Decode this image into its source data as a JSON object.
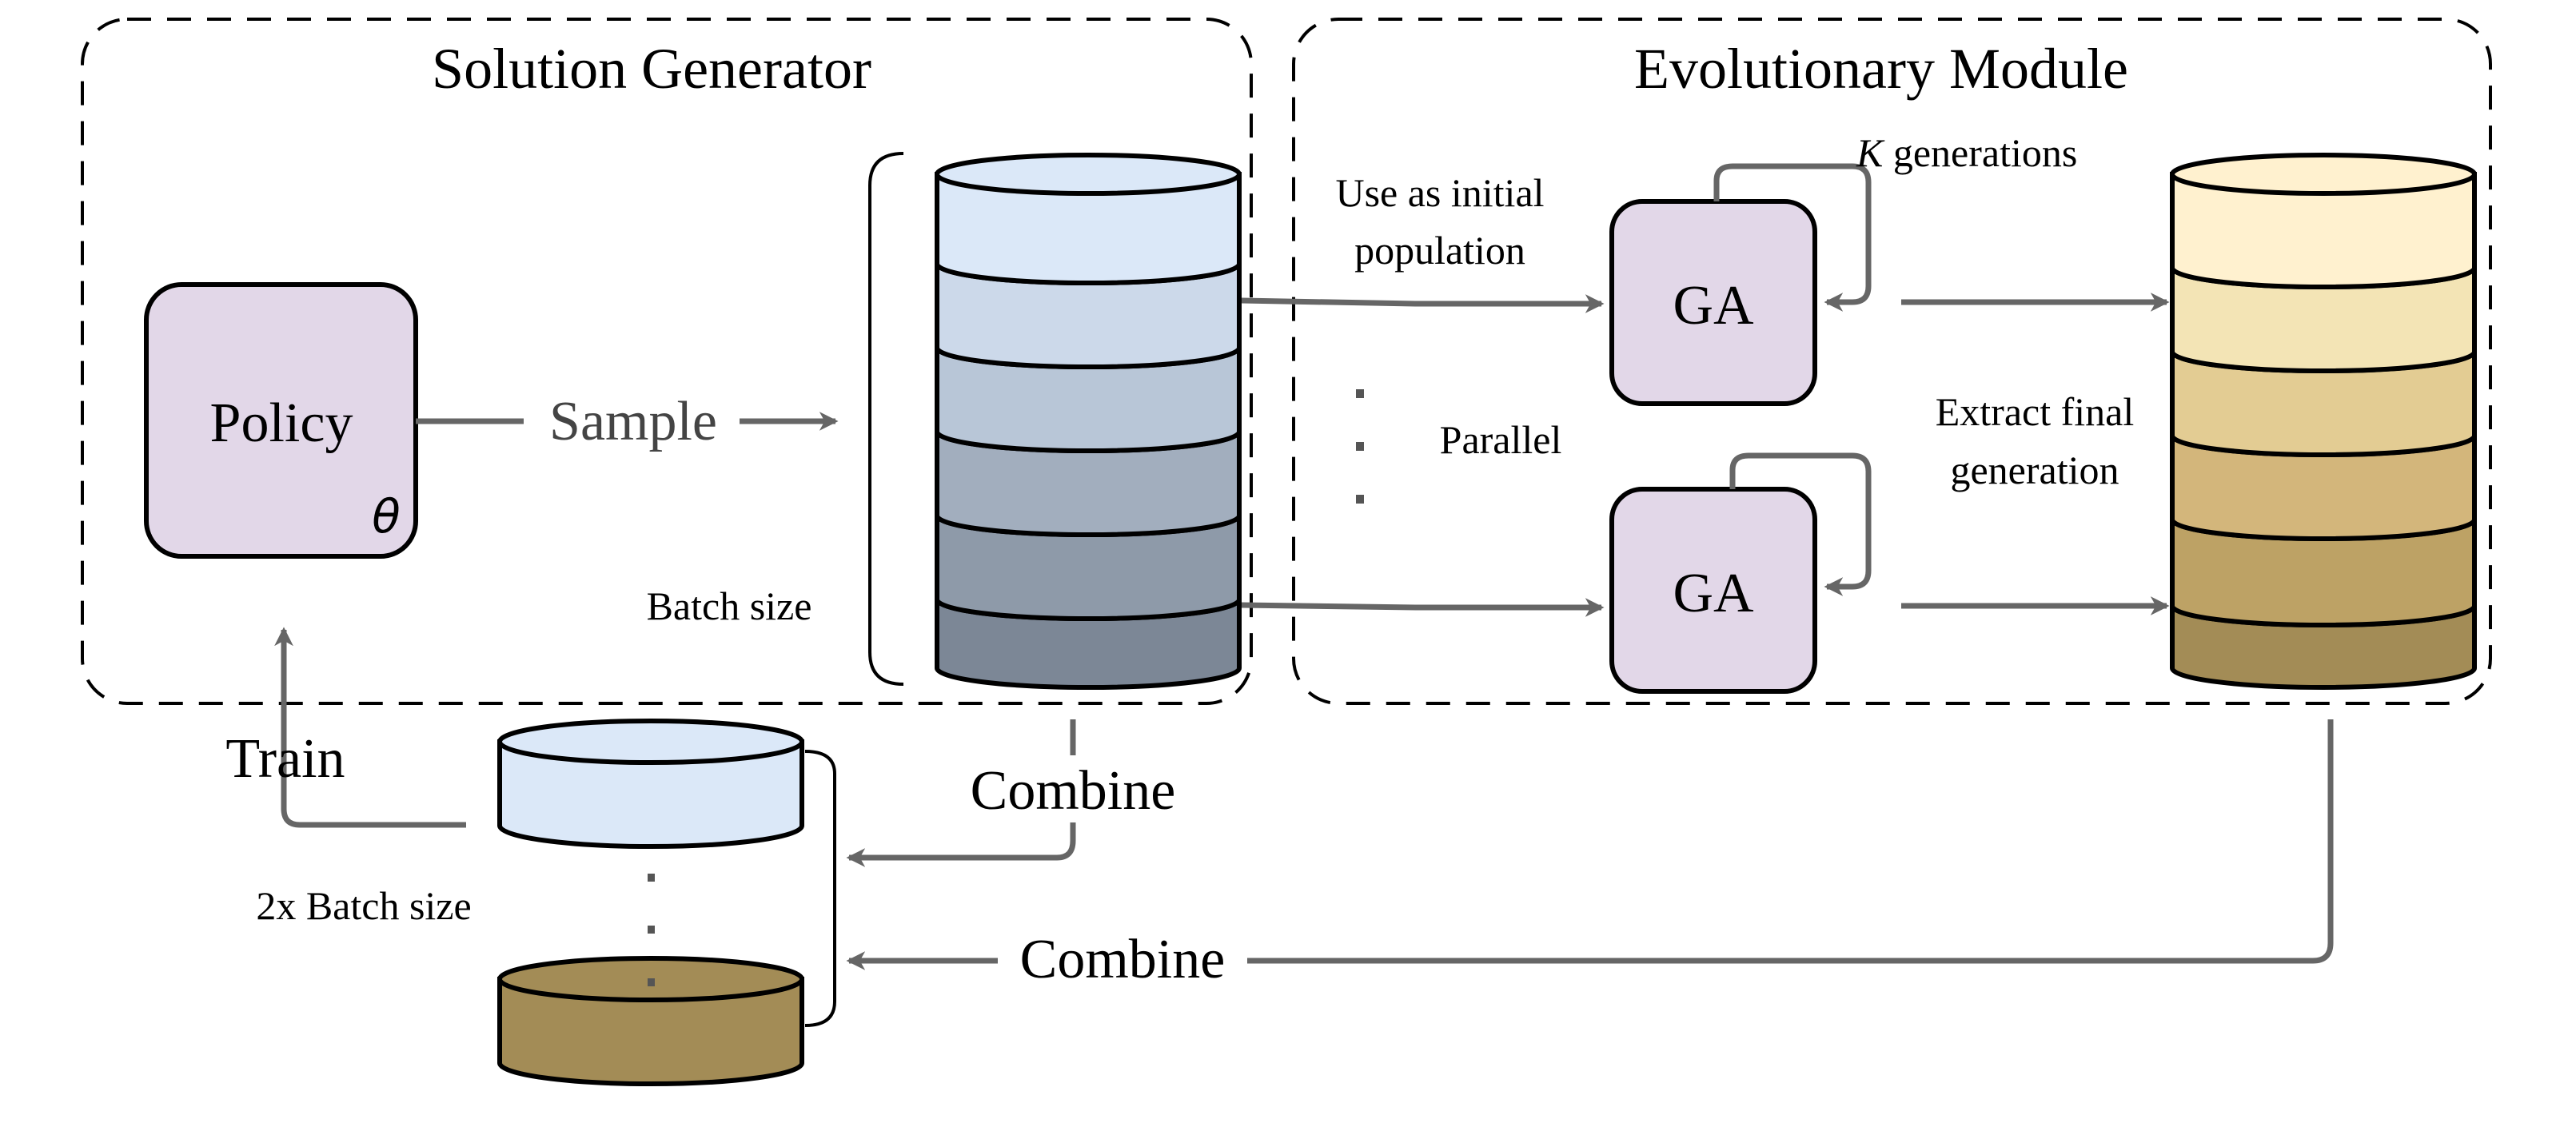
{
  "diagram": {
    "left_panel": {
      "title": "Solution Generator"
    },
    "right_panel": {
      "title": "Evolutionary Module"
    },
    "policy": {
      "label": "Policy",
      "param": "θ"
    },
    "ga_blocks": [
      {
        "label": "GA"
      },
      {
        "label": "GA"
      }
    ],
    "labels": {
      "sample": "Sample",
      "batch_size": "Batch size",
      "use_initial_line1": "Use as initial",
      "use_initial_line2": "population",
      "k_var": "K",
      "k_text": " generations",
      "parallel": "Parallel",
      "extract_line1": "Extract final",
      "extract_line2": "generation",
      "train": "Train",
      "combine_top": "Combine",
      "combine_bottom": "Combine",
      "double_batch": "2x Batch size"
    },
    "colors": {
      "policy_fill": "#e2d7e8",
      "ga_fill": "#e2d7e8",
      "arrow": "#666666",
      "outline": "#000000",
      "blue_stack": [
        "#dbe8f8",
        "#ccd9ea",
        "#b8c6d7",
        "#a2aebe",
        "#8e9aa9",
        "#7c8796"
      ],
      "gold_stack": [
        "#fff1cf",
        "#f3e4b5",
        "#e3cc93",
        "#d3b67b",
        "#bda265",
        "#a38c56"
      ],
      "small_top_fill": "#dbe8f8",
      "small_bottom_fill": "#a38c56"
    }
  }
}
